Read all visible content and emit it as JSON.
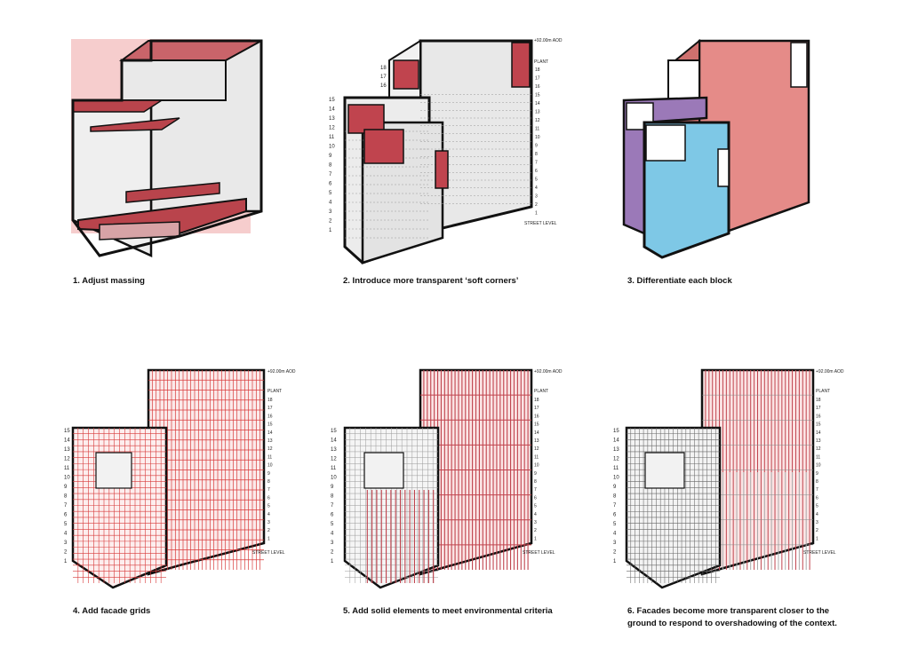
{
  "steps": [
    {
      "caption": "1. Adjust massing"
    },
    {
      "caption": "2. Introduce more transparent ‘soft corners’"
    },
    {
      "caption": "3. Differentiate each block"
    },
    {
      "caption": "4. Add facade grids"
    },
    {
      "caption": "5. Add solid elements to meet environmental criteria"
    },
    {
      "caption": "6. Facades become more transparent closer to the\nground to respond to overshadowing of the context."
    }
  ],
  "labels": {
    "height": "+92.00m AOD",
    "plant": "PLANT",
    "street": "STREET LEVEL",
    "left_levels": [
      "15",
      "14",
      "13",
      "12",
      "11",
      "10",
      "9",
      "8",
      "7",
      "6",
      "5",
      "4",
      "3",
      "2",
      "1"
    ],
    "upper_levels": [
      "18",
      "17",
      "16"
    ],
    "right_levels": [
      "18",
      "17",
      "16",
      "15",
      "14",
      "13",
      "12",
      "11",
      "10",
      "9",
      "8",
      "7",
      "6",
      "5",
      "4",
      "3",
      "2",
      "1"
    ]
  },
  "colors": {
    "solid_red": "#c0444e",
    "dark_red": "#a8333d",
    "block_pink": "#e58b88",
    "block_blue": "#7ec8e6",
    "block_purple": "#9b79b8",
    "grey_face": "#e6e6e6",
    "grid_red": "#d83a3a",
    "outline": "#111111"
  }
}
